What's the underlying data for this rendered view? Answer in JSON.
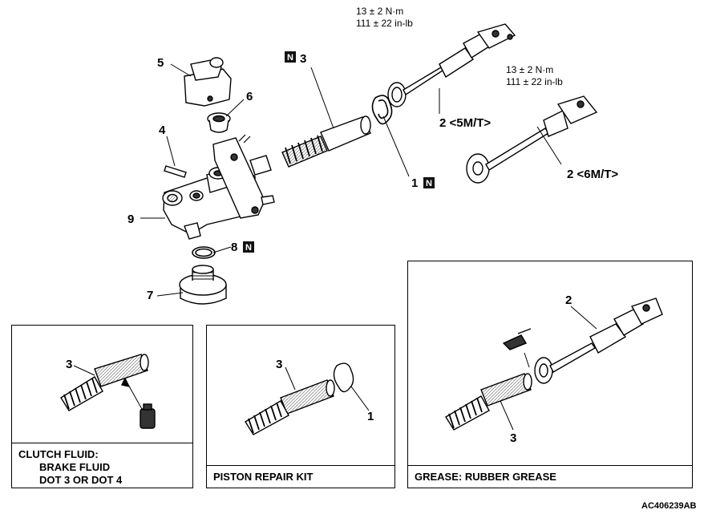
{
  "labels": {
    "p1": "1",
    "p2": "2",
    "p3": "3",
    "p4": "4",
    "p5": "5",
    "p6": "6",
    "p7": "7",
    "p8": "8",
    "p9": "9",
    "p2_5mt": "2 <5M/T>",
    "p2_6mt": "2 <6M/T>",
    "n_mark": "N"
  },
  "torque": [
    {
      "nm": "13 ± 2 N·m",
      "inlb": "111 ± 22 in-lb"
    },
    {
      "nm": "13 ± 2 N·m",
      "inlb": "111 ± 22 in-lb"
    }
  ],
  "panels": {
    "clutch_fluid": {
      "line1": "CLUTCH FLUID:",
      "line2": "BRAKE FLUID",
      "line3": "DOT 3 OR DOT 4",
      "part": "3"
    },
    "piston_kit": {
      "caption": "PISTON REPAIR KIT",
      "part_a": "3",
      "part_b": "1"
    },
    "grease": {
      "caption": "GREASE: RUBBER GREASE",
      "part_a": "2",
      "part_b": "3"
    }
  },
  "reference_code": "AC406239AB"
}
